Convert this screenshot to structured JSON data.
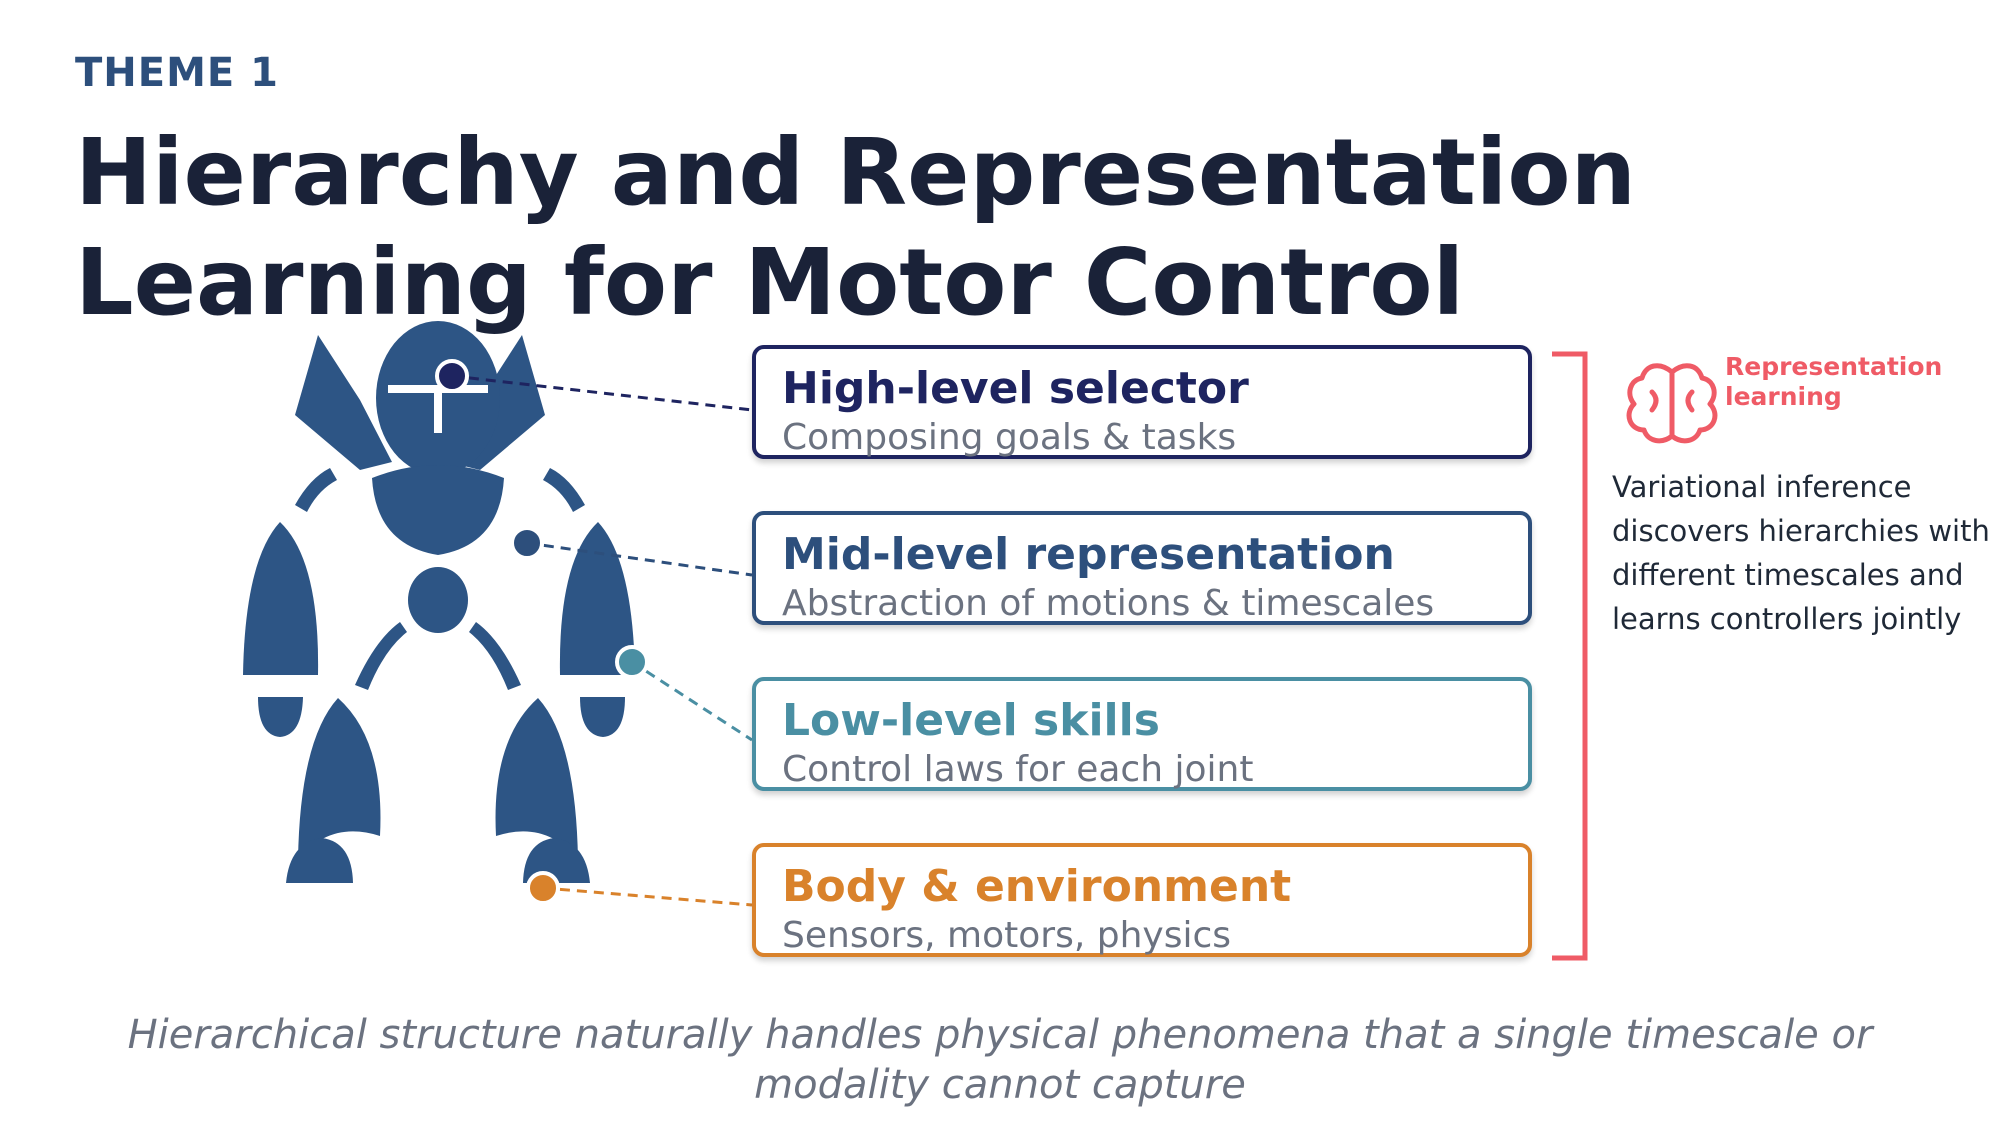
{
  "header": {
    "theme_label": "THEME 1",
    "title_line1": "Hierarchy and Representation",
    "title_line2": "Learning for Motor Control"
  },
  "levels": [
    {
      "title": "High-level selector",
      "subtitle": "Composing goals & tasks",
      "color": "#1e2460"
    },
    {
      "title": "Mid-level representation",
      "subtitle": "Abstraction of motions & timescales",
      "color": "#2d4f7c"
    },
    {
      "title": "Low-level skills",
      "subtitle": "Control laws for each joint",
      "color": "#4a8fa3"
    },
    {
      "title": "Body & environment",
      "subtitle": "Sensors, motors, physics",
      "color": "#d9822b"
    }
  ],
  "sidebar": {
    "icon": "brain-icon",
    "title_line1": "Representation",
    "title_line2": "learning",
    "description": "Variational inference discovers hierarchies with different timescales and learns controllers jointly",
    "accent_color": "#ef5b66"
  },
  "caption": "Hierarchical structure naturally handles physical phenomena that a single timescale or modality cannot capture",
  "colors": {
    "title": "#1a2238",
    "theme_label": "#2d4f7c",
    "robot": "#2d5585"
  }
}
